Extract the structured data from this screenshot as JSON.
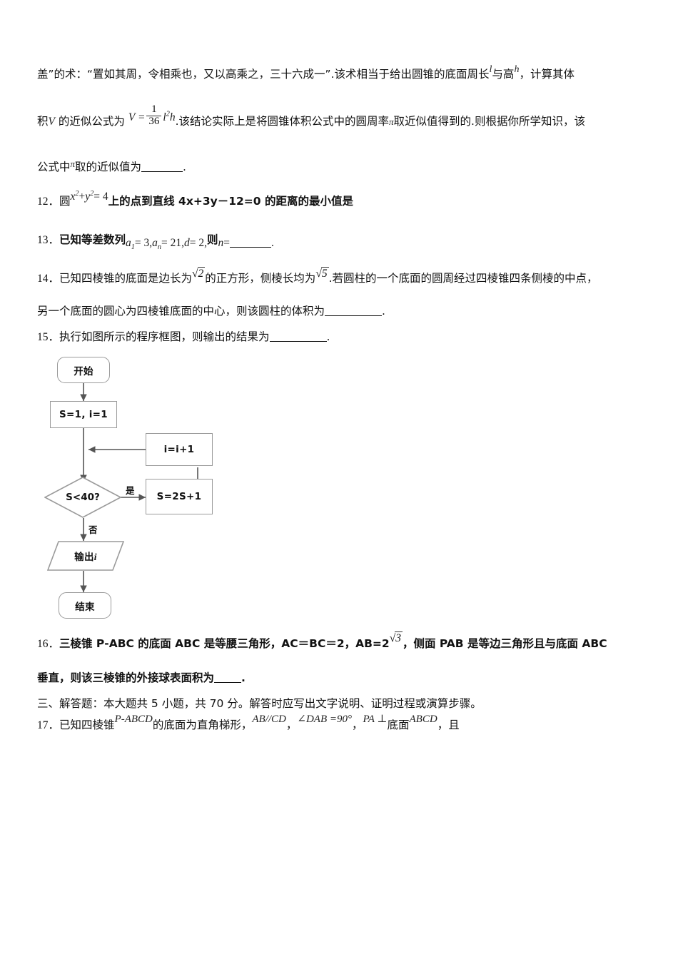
{
  "document": {
    "type": "math-exam-paper",
    "language": "zh-CN"
  },
  "q11": {
    "line1_a": "盖”的术：“置如其周，令相乘也，又以高乘之，三十六成一”.该术相当于给出圆锥的底面周长",
    "line1_var1": "l",
    "line1_b": "与高",
    "line1_var2": "h",
    "line1_c": "，计算其体",
    "line2_a": "积",
    "line2_var": "V",
    "line2_b": "的近似公式为",
    "formula": {
      "lhs": "V =",
      "num": "1",
      "den": "36",
      "rhs_base": "l",
      "rhs_exp": "2",
      "rhs_tail": "h"
    },
    "line2_c": ".该结论实际上是将圆锥体积公式中的圆周率",
    "line2_pi": "π",
    "line2_d": "取近似值得到的.则根据你所学知识，该",
    "line3_a": "公式中",
    "line3_pi": "π",
    "line3_b": "取的近似值为",
    "line3_end": "."
  },
  "q12": {
    "num": "12．",
    "a": "圆",
    "circle_eq": {
      "x": "x",
      "xexp": "2",
      "plus": "+",
      "y": "y",
      "yexp": "2",
      "eq": "= 4"
    },
    "b": "上的点到直线 4x+3y－12=0 的距离的最小值是"
  },
  "q13": {
    "num": "13．",
    "a": "已知等差数列",
    "seq": {
      "a1": "a",
      "a1sub": "1",
      "a1val": "= 3,",
      "an": "a",
      "ansub": "n",
      "anval": "= 21,",
      "d": "d",
      "dval": "= 2,"
    },
    "b": "则",
    "n": "n",
    "eq": "=",
    "end": "."
  },
  "q14": {
    "num": "14．",
    "a": "已知四棱锥的底面是边长为",
    "sqrt2": "2",
    "b": "的正方形，侧棱长均为",
    "sqrt5": "5",
    "c": ".若圆柱的一个底面的圆周经过四棱锥四条侧棱的中点，",
    "line2_a": "另一个底面的圆心为四棱锥底面的中心，则该圆柱的体积为",
    "line2_end": "."
  },
  "q15": {
    "num": "15．",
    "a": "执行如图所示的程序框图，则输出的结果为",
    "end": "."
  },
  "flowchart": {
    "start": "开始",
    "init": "S=1, i=1",
    "increment": "i=i+1",
    "decision": "S<40?",
    "yes_label": "是",
    "no_label": "否",
    "assign": "S=2S+1",
    "output": "输出i",
    "output_text": "输出",
    "output_var": "i",
    "end": "结束",
    "border_color": "#9a9a9a"
  },
  "q16": {
    "num": "16．",
    "a": "三棱锥 P‐ABC 的底面 ABC 是等腰三角形，AC＝BC＝2，AB=2",
    "sqrt3": "3",
    "b": "，侧面 PAB 是等边三角形且与底面 ABC",
    "line2_a": "垂直，则该三棱锥的外接球表面积为",
    "line2_end": "."
  },
  "section3": {
    "heading": "三、解答题：本大题共 5 小题，共 70 分。解答时应写出文字说明、证明过程或演算步骤。"
  },
  "q17": {
    "num": "17．",
    "a": "已知四棱锥",
    "pyramid": "P‐ABCD",
    "b": "的底面为直角梯形，",
    "m1": "AB//CD",
    "c1": "，",
    "m2": "∠DAB =90°",
    "c2": "，",
    "m3": "PA ⊥",
    "c3": "底面",
    "m4": "ABCD",
    "c4": "，且"
  }
}
